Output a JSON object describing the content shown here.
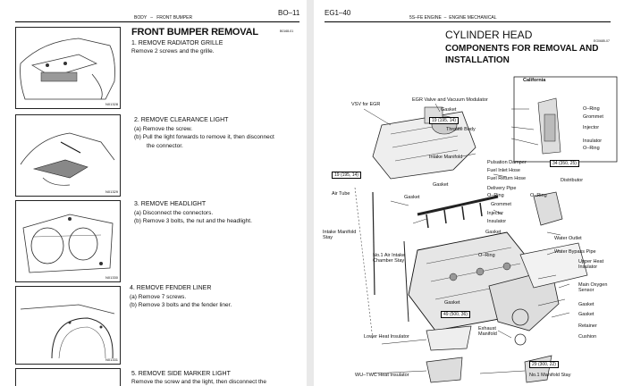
{
  "left_page": {
    "header_section": "BODY",
    "header_dash": "–",
    "header_topic": "FRONT BUMPER",
    "page_number": "BO–11",
    "title": "FRONT BUMPER REMOVAL",
    "steps": [
      {
        "heading": "1. REMOVE RADIATOR GRILLE",
        "lines": [
          "Remove 2 screws and the grille."
        ],
        "fig": "N01328"
      },
      {
        "heading": "2. REMOVE CLEARANCE LIGHT",
        "lines": [
          "(a) Remove the screw.",
          "(b) Pull the light forwards to remove it, then disconnect",
          "the connector."
        ],
        "fig": "N01329"
      },
      {
        "heading": "3. REMOVE HEADLIGHT",
        "lines": [
          "(a) Disconnect the connectors.",
          "(b) Remove 3 bolts, the nut and the headlight."
        ],
        "fig": "N01330"
      },
      {
        "heading": "4. REMOVE FENDER LINER",
        "lines": [
          "(a) Remove 7 screws.",
          "(b) Remove 3 bolts and the fender liner."
        ],
        "fig": "N01331"
      },
      {
        "heading": "5. REMOVE SIDE MARKER LIGHT",
        "lines": [
          "Remove the screw and the light, then disconnect the"
        ],
        "fig": ""
      }
    ],
    "title_code": "B0168-01"
  },
  "right_page": {
    "page_number": "EG1–40",
    "header_section": "5S–FE ENGINE",
    "header_dash": "–",
    "header_topic": "ENGINE MECHANICAL",
    "title": "CYLINDER HEAD",
    "subtitle_line1": "COMPONENTS FOR REMOVAL AND",
    "subtitle_line2": "INSTALLATION",
    "diagram_code": "EG0685-07",
    "diagram_labels": {
      "california": "California",
      "vsv": "VSV for EGR",
      "egr_valve": "EGR Valve and Vacuum Modulator",
      "gasket": "Gasket",
      "o_ring": "O–Ring",
      "grommet": "Grommet",
      "injector": "Injector",
      "insulator": "Insulator",
      "throttle_body": "Throttle Body",
      "intake_manifold": "Intake Manifold",
      "pulsation_damper": "Pulsation Damper",
      "fuel_inlet_hose": "Fuel Inlet Hose",
      "fuel_return_hose": "Fuel Return Hose",
      "delivery_pipe": "Delivery Pipe",
      "distributor": "Distributor",
      "air_tube": "Air Tube",
      "intake_manifold_stay": "Intake Manifold Stay",
      "water_outlet": "Water Outlet",
      "water_bypass_pipe": "Water Bypass Pipe",
      "air_intake_stay": "No.1 Air Intake Chamber Stay",
      "upper_heat_insulator": "Upper Heat Insulator",
      "main_oxygen_sensor": "Main Oxygen Sensor",
      "exhaust_manifold": "Exhaust Manifold",
      "retainer": "Retainer",
      "cushion": "Cushion",
      "lower_heat_insulator": "Lower Heat Insulator",
      "wu_twc": "WU–TWC Heat Insulator",
      "manifold_stay": "No.1 Manifold Stay"
    },
    "torque_specs": [
      "19 (195, 14)",
      "19 (195, 14)",
      "34 (350, 25)",
      "49 (500, 36)",
      "29 (300, 22)"
    ]
  }
}
